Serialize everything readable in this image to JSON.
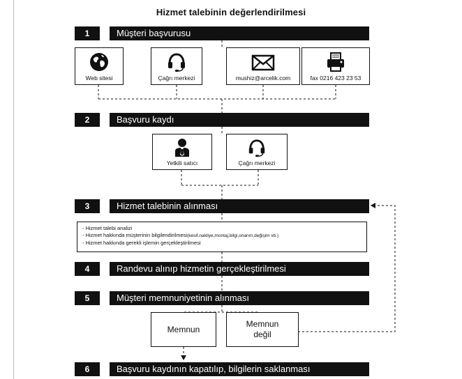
{
  "title": "Hizmet talebinin değerlendirilmesi",
  "steps": [
    {
      "num": "1",
      "label": "Müşteri başvurusu"
    },
    {
      "num": "2",
      "label": "Başvuru kaydı"
    },
    {
      "num": "3",
      "label": "Hizmet talebinin alınması"
    },
    {
      "num": "4",
      "label": "Randevu alınıp hizmetin gerçekleştirilmesi"
    },
    {
      "num": "5",
      "label": "Müşteri memnuniyetinin alınması"
    },
    {
      "num": "6",
      "label": "Başvuru kaydının kapatılıp, bilgilerin saklanması"
    }
  ],
  "channels": [
    {
      "label": "Web sitesi",
      "icon": "globe-icon"
    },
    {
      "label": "Çağrı merkezi",
      "icon": "headset-icon"
    },
    {
      "label": "mushiz@arcelik.com",
      "icon": "envelope-icon"
    },
    {
      "label": "fax 0216 423 23 53",
      "icon": "fax-icon"
    }
  ],
  "registration": [
    {
      "label": "Yetkili satıcı",
      "icon": "person-icon"
    },
    {
      "label": "Çağrı merkezi",
      "icon": "headset-icon"
    }
  ],
  "details": {
    "line1": "- Hizmet talebi analizi",
    "line2": "- Hizmet hakkında müşterinin bilgilendirilmesi",
    "line2_note": "(kesif,nakliye,montaj,bilgi,onarım,değişim vb.)",
    "line3": "- Hizmet hakkında gerekli işlemin gerçekleştirilmesi"
  },
  "satisfaction": {
    "satisfied": "Memnun",
    "not_satisfied_line1": "Memnun",
    "not_satisfied_line2": "değil"
  }
}
